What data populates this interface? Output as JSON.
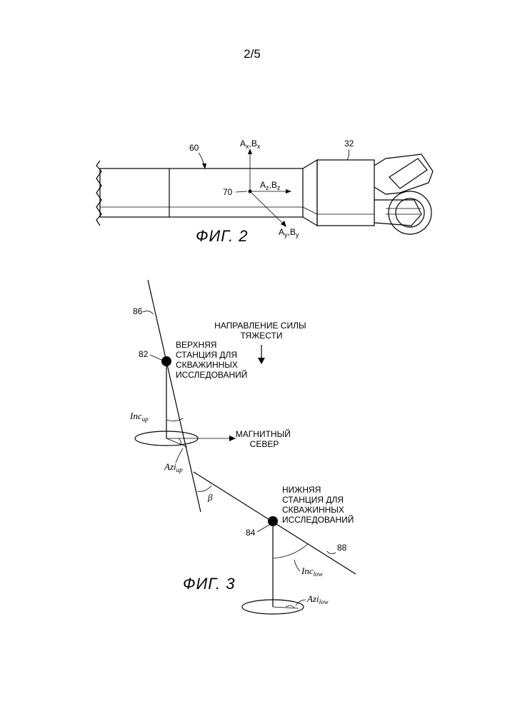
{
  "page_number": "2/5",
  "fig2": {
    "caption": "ФИГ. 2",
    "ref_60": "60",
    "ref_32": "32",
    "ref_70": "70",
    "axis_x_a": "A",
    "axis_x_a_sub": "x",
    "axis_x_b": "B",
    "axis_x_b_sub": "x",
    "axis_z_a": "A",
    "axis_z_a_sub": "z",
    "axis_z_b": "B",
    "axis_z_b_sub": "z",
    "axis_y_a": "A",
    "axis_y_a_sub": "y",
    "axis_y_b": "B",
    "axis_y_b_sub": "y"
  },
  "fig3": {
    "caption": "ФИГ. 3",
    "ref_86": "86",
    "ref_82": "82",
    "ref_84": "84",
    "ref_88": "88",
    "upper_station": [
      "ВЕРХНЯЯ",
      "СТАНЦИЯ ДЛЯ",
      "СКВАЖИННЫХ",
      "ИССЛЕДОВАНИЙ"
    ],
    "lower_station": [
      "НИЖНЯЯ",
      "СТАНЦИЯ ДЛЯ",
      "СКВАЖИННЫХ",
      "ИССЛЕДОВАНИЙ"
    ],
    "gravity": [
      "НАПРАВЛЕНИЕ СИЛЫ",
      "ТЯЖЕСТИ"
    ],
    "magnetic_north": [
      "МАГНИТНЫЙ",
      "СЕВЕР"
    ],
    "inc_up": "Inc",
    "inc_up_sub": "up",
    "azi_up": "Azi",
    "azi_up_sub": "up",
    "beta": "β",
    "inc_low": "Inc",
    "inc_low_sub": "low",
    "azi_low": "Azi",
    "azi_low_sub": "low"
  }
}
